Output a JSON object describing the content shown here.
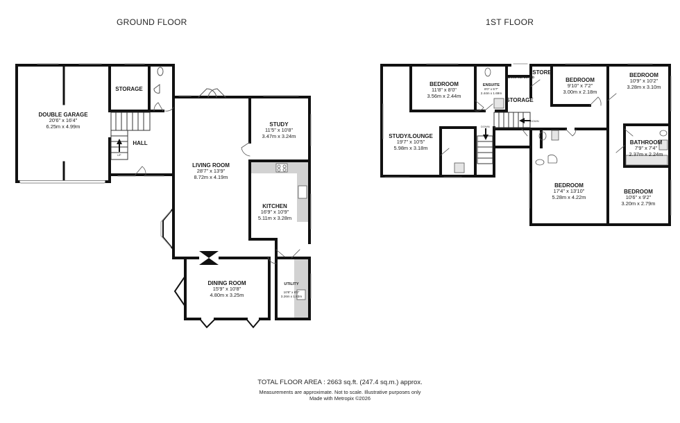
{
  "floors": {
    "ground": {
      "title": "GROUND FLOOR"
    },
    "first": {
      "title": "1ST FLOOR"
    }
  },
  "rooms": {
    "garage": {
      "name": "DOUBLE GARAGE",
      "imperial": "20'6\" x 16'4\"",
      "metric": "6.25m x 4.99m"
    },
    "storage_ground": {
      "name": "STORAGE"
    },
    "hall": {
      "name": "HALL"
    },
    "living": {
      "name": "LIVING ROOM",
      "imperial": "28'7\" x 13'9\"",
      "metric": "8.72m x 4.19m"
    },
    "study": {
      "name": "STUDY",
      "imperial": "11'5\" x 10'8\"",
      "metric": "3.47m x 3.24m"
    },
    "kitchen": {
      "name": "KITCHEN",
      "imperial": "16'9\" x 10'9\"",
      "metric": "5.11m x 3.28m"
    },
    "dining": {
      "name": "DINING ROOM",
      "imperial": "15'9\" x 10'8\"",
      "metric": "4.80m x 3.25m"
    },
    "utility": {
      "name": "UTILITY",
      "imperial": "10'8\" x 6'0\"",
      "metric": "3.26m x 1.83m"
    },
    "study_lounge": {
      "name": "STUDY/LOUNGE",
      "imperial": "19'7\" x 10'5\"",
      "metric": "5.98m x 3.18m"
    },
    "bedroom1": {
      "name": "BEDROOM",
      "imperial": "11'8\" x 8'0\"",
      "metric": "3.56m x 2.44m"
    },
    "ensuite": {
      "name": "ENSUITE",
      "imperial": "8'0\" x 5'7\"",
      "metric": "2.44m x 1.69m"
    },
    "airing": {
      "name": "AIRING CUPBOARD"
    },
    "storage_first": {
      "name": "STORAGE"
    },
    "store": {
      "name": "STORE"
    },
    "bedroom2": {
      "name": "BEDROOM",
      "imperial": "9'10\" x 7'2\"",
      "metric": "3.00m x 2.18m"
    },
    "bedroom3": {
      "name": "BEDROOM",
      "imperial": "10'9\" x 10'2\"",
      "metric": "3.28m x 3.10m"
    },
    "bathroom": {
      "name": "BATHROOM",
      "imperial": "7'9\" x 7'4\"",
      "metric": "2.37m x 2.24m"
    },
    "bedroom4": {
      "name": "BEDROOM",
      "imperial": "17'4\" x 13'10\"",
      "metric": "5.28m x 4.22m"
    },
    "bedroom5": {
      "name": "BEDROOM",
      "imperial": "10'6\" x 9'2\"",
      "metric": "3.20m x 2.79m"
    }
  },
  "stair_labels": {
    "up": "UP",
    "down1": "DOWN",
    "down2": "DOWN"
  },
  "footer": {
    "total_area": "TOTAL FLOOR AREA : 2663 sq.ft. (247.4 sq.m.) approx.",
    "disclaimer": "Measurements are approximate.  Not to scale.  Illustrative purposes only",
    "credit": "Made with Metropix ©2026"
  },
  "colors": {
    "wall": "#111111",
    "fixture": "#c8c8c8",
    "line": "#555555",
    "window": "#9a9a9a"
  }
}
